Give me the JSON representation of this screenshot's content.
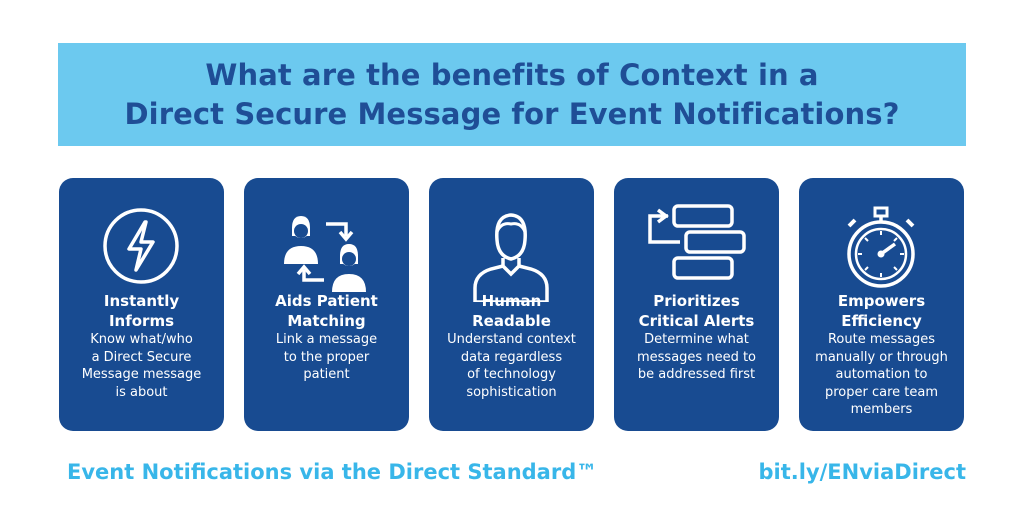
{
  "title": {
    "line1": "What are the benefits of Context in a",
    "line2": "Direct Secure Message for Event Notifications?"
  },
  "cards": [
    {
      "icon": "lightning-bolt-icon",
      "heading1": "Instantly",
      "heading2": "Informs",
      "desc": [
        "Know what/who",
        "a Direct Secure",
        "Message message",
        "is about"
      ]
    },
    {
      "icon": "patient-matching-icon",
      "heading1": "Aids Patient",
      "heading2": "Matching",
      "desc": [
        "Link a message",
        "to the proper",
        "patient"
      ]
    },
    {
      "icon": "person-icon",
      "heading1": "Human",
      "heading2": "Readable",
      "desc": [
        "Understand context",
        "data regardless",
        "of technology",
        "sophistication"
      ]
    },
    {
      "icon": "prioritized-list-icon",
      "heading1": "Prioritizes",
      "heading2": "Critical Alerts",
      "desc": [
        "Determine what",
        "messages need to",
        "be addressed first"
      ]
    },
    {
      "icon": "stopwatch-icon",
      "heading1": "Empowers",
      "heading2": "Efficiency",
      "desc": [
        "Route messages",
        "manually or through",
        "automation to",
        "proper care team",
        "members"
      ]
    }
  ],
  "footer": {
    "left": "Event Notifications via the Direct Standard™",
    "right": "bit.ly/ENviaDirect"
  },
  "colors": {
    "title_bg": "#6cc9ef",
    "title_text": "#1f4e96",
    "card_bg": "#184b91",
    "footer_text": "#38b6e9"
  }
}
